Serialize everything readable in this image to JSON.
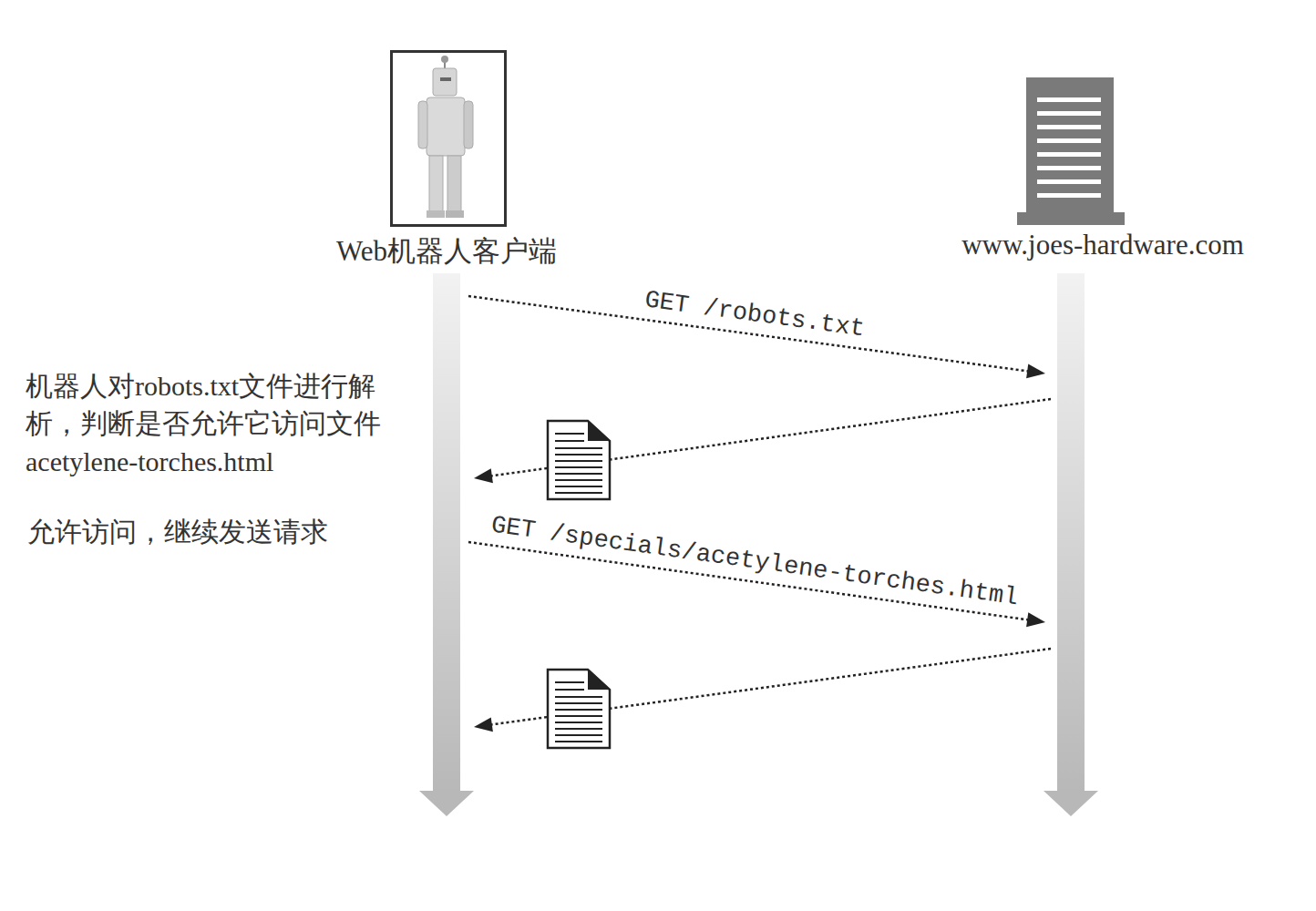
{
  "diagram": {
    "nodes": [
      {
        "text": [
          "Web机器人客户端"
        ]
      },
      {
        "text": [
          "www.joes-hardware.com"
        ]
      }
    ],
    "edges": [
      {
        "from": 0,
        "to": 1,
        "arrow": "to",
        "label": "GET /robots.txt"
      },
      {
        "from": 1,
        "to": 0,
        "arrow": "to"
      },
      {
        "from": 0,
        "to": 1,
        "arrow": "to",
        "label": "GET /specials/acetylene-torches.html"
      },
      {
        "from": 1,
        "to": 0,
        "arrow": "to"
      }
    ],
    "labels": [
      "机器人对robots.txt文件进行解析，判断是否允许它访问文件acetylene-torches.html",
      "允许访问，继续发送请求"
    ]
  }
}
